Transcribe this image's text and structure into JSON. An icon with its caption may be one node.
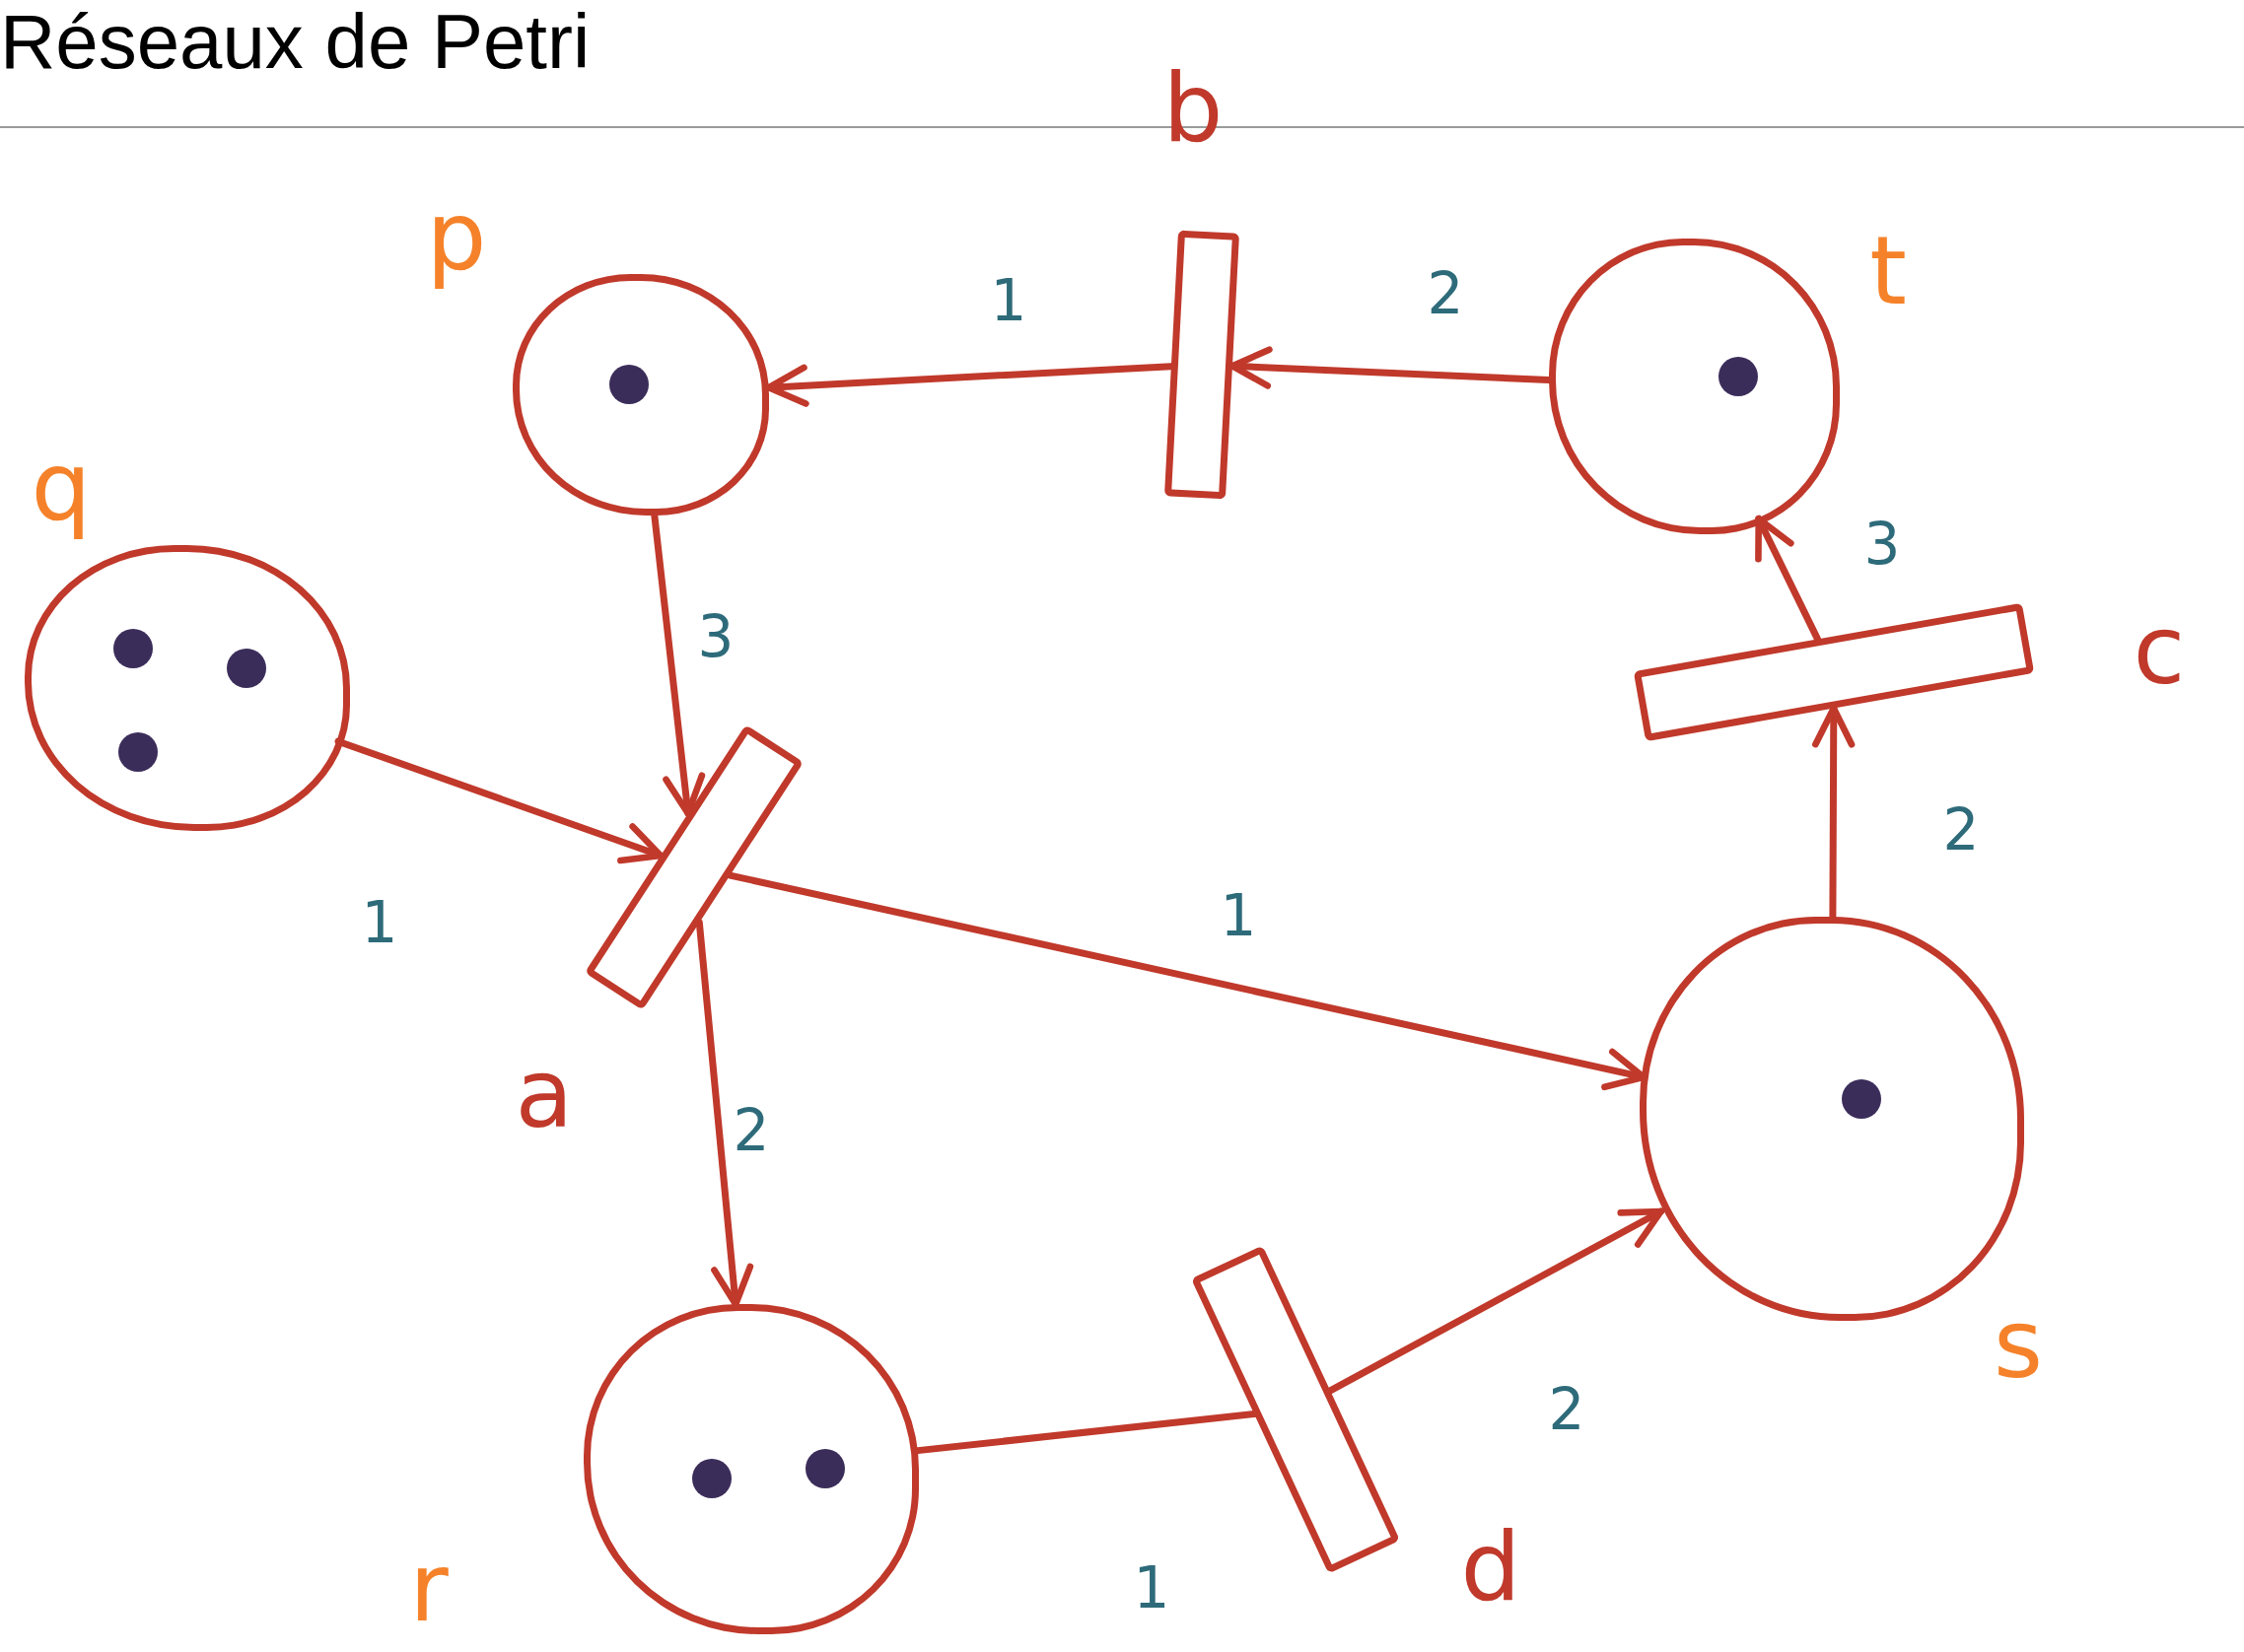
{
  "diagram": {
    "title": "Réseaux de Petri",
    "nodes": [
      {
        "text": [],
        "shape": "bar",
        "beside": [
          "b"
        ]
      },
      {
        "text": [],
        "shape": "circle",
        "beside": [
          "p"
        ]
      },
      {
        "text": [],
        "shape": "circle",
        "beside": [
          "t"
        ]
      },
      {
        "text": [],
        "shape": "circle",
        "beside": [
          "q"
        ]
      },
      {
        "text": [],
        "shape": "bar",
        "beside": [
          "c"
        ]
      },
      {
        "text": [],
        "shape": "bar",
        "beside": [
          "a"
        ]
      },
      {
        "text": [],
        "shape": "circle",
        "beside": [
          "s"
        ]
      },
      {
        "text": [],
        "shape": "circle",
        "beside": [
          "r"
        ]
      },
      {
        "text": [],
        "shape": "bar",
        "beside": [
          "d"
        ]
      }
    ],
    "edges": [
      {
        "from": 0,
        "to": 1,
        "arrow": "to",
        "label": "1"
      },
      {
        "from": 2,
        "to": 0,
        "arrow": "to",
        "label": "2"
      },
      {
        "from": 1,
        "to": 5,
        "arrow": "to",
        "label": "3"
      },
      {
        "from": 3,
        "to": 5,
        "arrow": "to",
        "label": "1"
      },
      {
        "from": 4,
        "to": 2,
        "arrow": "to",
        "label": "3"
      },
      {
        "from": 6,
        "to": 4,
        "arrow": "to",
        "label": "2"
      },
      {
        "from": 5,
        "to": 6,
        "arrow": "to",
        "label": "1"
      },
      {
        "from": 5,
        "to": 7,
        "arrow": "to",
        "label": "2"
      },
      {
        "from": 7,
        "to": 8,
        "arrow": "none",
        "label": "1"
      },
      {
        "from": 8,
        "to": 6,
        "arrow": "to",
        "label": "2"
      }
    ]
  }
}
